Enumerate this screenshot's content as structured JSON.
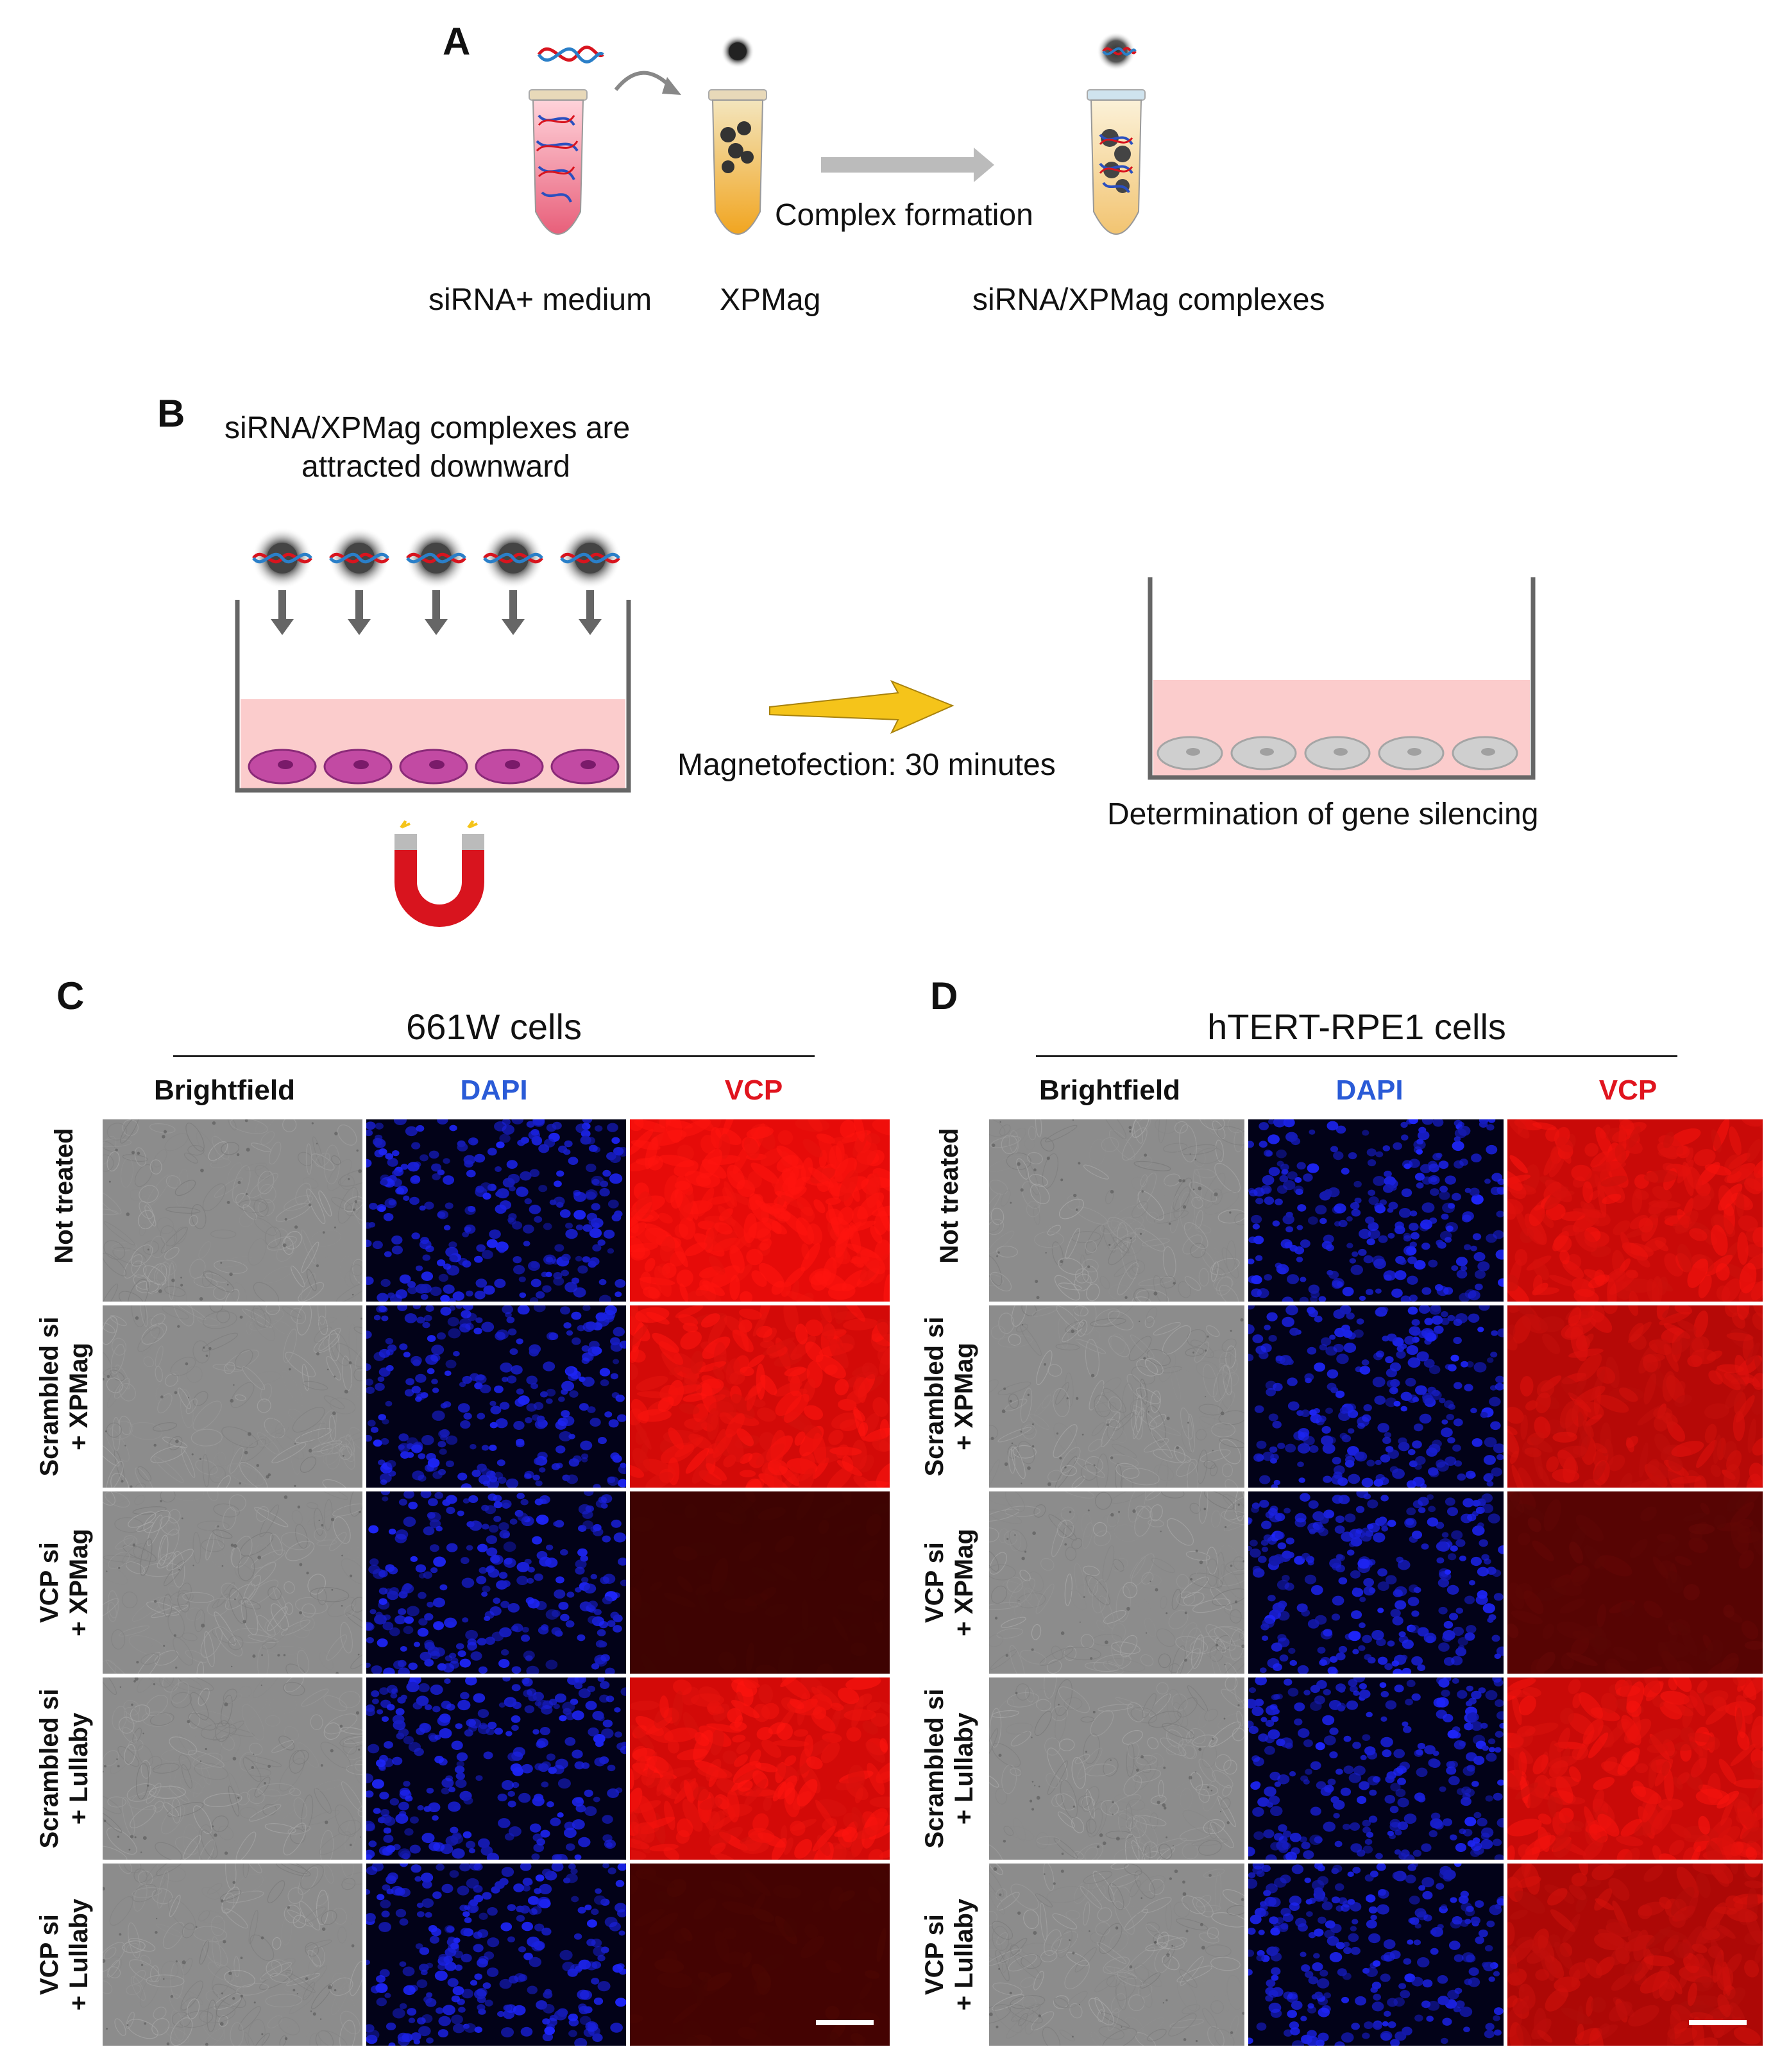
{
  "panels": {
    "a": "A",
    "b": "B",
    "c": "C",
    "d": "D"
  },
  "panel_a": {
    "tube1_label": "siRNA+ medium",
    "tube2_label": "XPMag",
    "step_label": "Complex formation",
    "tube3_label": "siRNA/XPMag complexes"
  },
  "panel_b": {
    "top_caption_line1": "siRNA/XPMag complexes are",
    "top_caption_line2": "attracted downward",
    "arrow_label": "Magnetofection: 30 minutes",
    "result_label": "Determination of gene silencing"
  },
  "panel_c": {
    "title": "661W cells",
    "columns": [
      "Brightfield",
      "DAPI",
      "VCP"
    ],
    "rows": [
      [
        "Not treated"
      ],
      [
        "Scrambled si",
        "+ XPMag"
      ],
      [
        "VCP si",
        "+ XPMag"
      ],
      [
        "Scrambled si",
        "+ Lullaby"
      ],
      [
        "VCP si",
        "+ Lullaby"
      ]
    ],
    "vcp_intensity": [
      1.0,
      0.9,
      0.12,
      0.9,
      0.15
    ]
  },
  "panel_d": {
    "title": "hTERT-RPE1 cells",
    "columns": [
      "Brightfield",
      "DAPI",
      "VCP"
    ],
    "rows": [
      [
        "Not treated"
      ],
      [
        "Scrambled si",
        "+ XPMag"
      ],
      [
        "VCP si",
        "+ XPMag"
      ],
      [
        "Scrambled si",
        "+ Lullaby"
      ],
      [
        "VCP si",
        "+ Lullaby"
      ]
    ],
    "vcp_intensity": [
      0.85,
      0.75,
      0.25,
      0.85,
      0.7
    ]
  },
  "colors": {
    "dapi_header": "#2a5bd7",
    "vcp_header": "#e0141e",
    "arrow_yellow": "#f5c41a",
    "medium_pink": "#fbd3d3",
    "magnet_red": "#d8141e",
    "cell_magenta": "#c24aa3",
    "cell_gray": "#cfcfcf"
  }
}
